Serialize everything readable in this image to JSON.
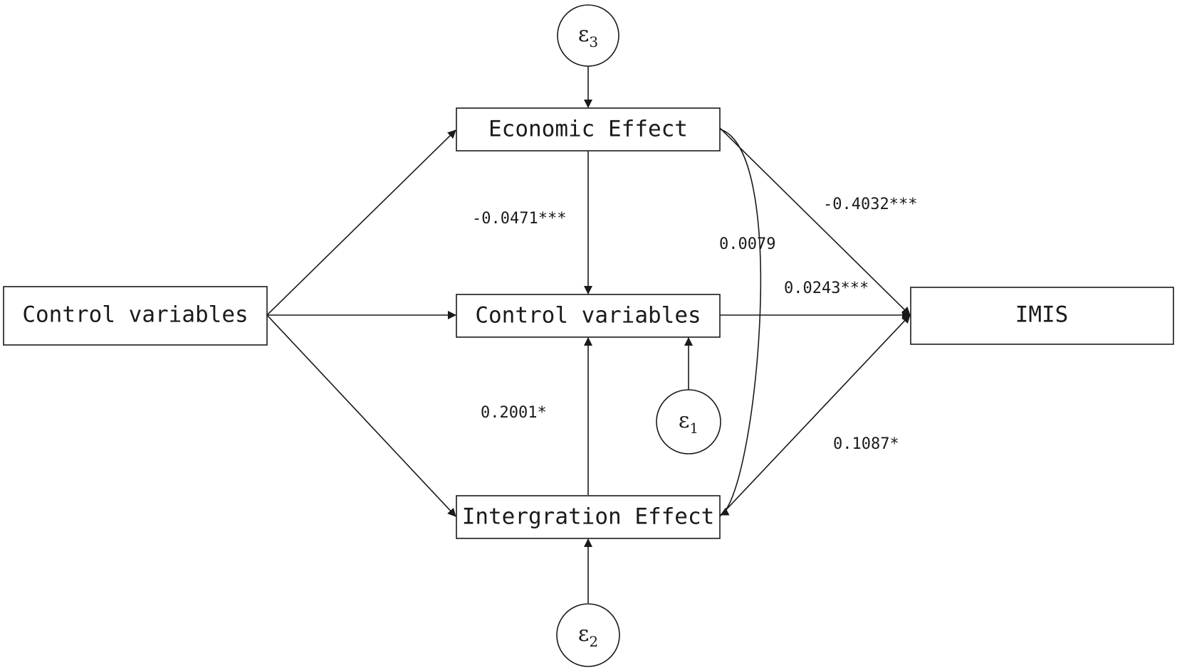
{
  "nodes": {
    "control_left": "Control variables",
    "economic": "Economic Effect",
    "control_center": "Control variables",
    "integration": "Intergration Effect",
    "imis": "IMIS"
  },
  "errors": {
    "e3": {
      "symbol": "ε",
      "subscript": "3"
    },
    "e1": {
      "symbol": "ε",
      "subscript": "1"
    },
    "e2": {
      "symbol": "ε",
      "subscript": "2"
    }
  },
  "coefficients": {
    "economic_to_control": "-0.0471***",
    "integration_to_control": "0.2001*",
    "economic_to_imis": "-0.4032***",
    "covariance_econ_integration": "0.0079",
    "control_to_imis": "0.0243***",
    "integration_to_imis": "0.1087*"
  },
  "colors": {
    "line": "#1a1a1a",
    "background": "#ffffff"
  }
}
